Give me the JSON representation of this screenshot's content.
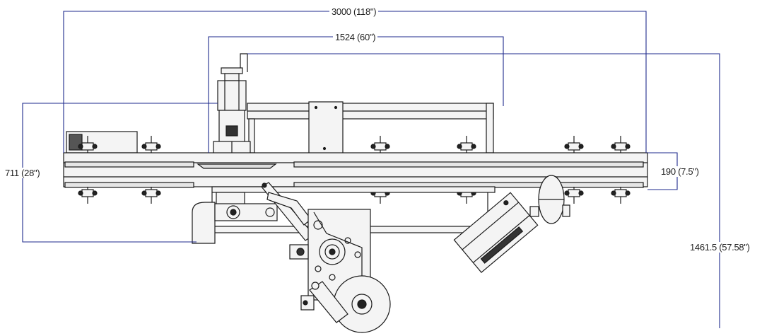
{
  "dimensions": {
    "overall_length": "3000 (118\")",
    "conveyor_span": "1524 (60\")",
    "depth": "711 (28\")",
    "conveyor_height": "190 (7.5\")",
    "overall_height": "1461.5 (57.58\")"
  },
  "colors": {
    "dimension_line": "#1e2a8c",
    "machine_line": "#1a1a1a",
    "machine_fill": "#f4f4f4",
    "background": "#ffffff"
  }
}
